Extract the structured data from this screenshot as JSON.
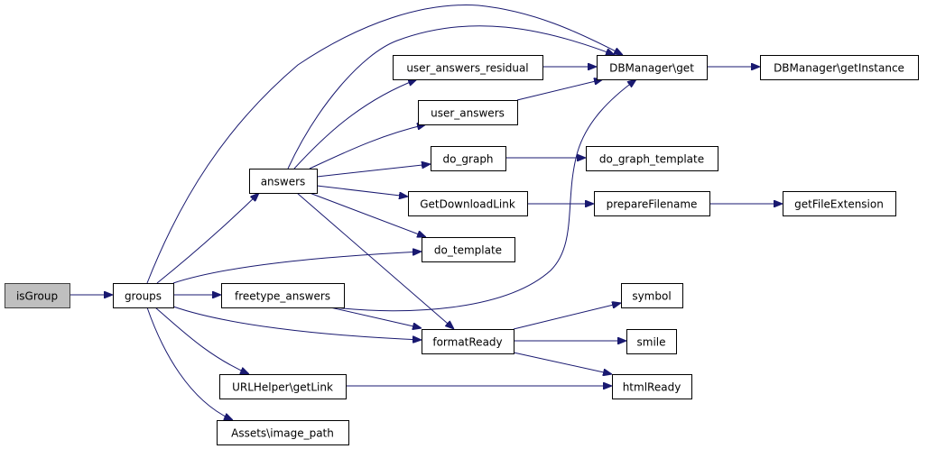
{
  "diagram": {
    "type": "call-graph",
    "edge_color": "#191970",
    "root_fill": "#bfbfbf",
    "nodes": [
      {
        "id": "isGroup",
        "label": "isGroup",
        "root": true
      },
      {
        "id": "groups",
        "label": "groups"
      },
      {
        "id": "answers",
        "label": "answers"
      },
      {
        "id": "user_answers_residual",
        "label": "user_answers_residual"
      },
      {
        "id": "user_answers",
        "label": "user_answers"
      },
      {
        "id": "do_graph",
        "label": "do_graph"
      },
      {
        "id": "GetDownloadLink",
        "label": "GetDownloadLink"
      },
      {
        "id": "do_template",
        "label": "do_template"
      },
      {
        "id": "freetype_answers",
        "label": "freetype_answers"
      },
      {
        "id": "formatReady",
        "label": "formatReady"
      },
      {
        "id": "URLHelper_getLink",
        "label": "URLHelper\\getLink"
      },
      {
        "id": "Assets_image_path",
        "label": "Assets\\image_path"
      },
      {
        "id": "DBManager_get",
        "label": "DBManager\\get"
      },
      {
        "id": "DBManager_getInstance",
        "label": "DBManager\\getInstance"
      },
      {
        "id": "do_graph_template",
        "label": "do_graph_template"
      },
      {
        "id": "prepareFilename",
        "label": "prepareFilename"
      },
      {
        "id": "getFileExtension",
        "label": "getFileExtension"
      },
      {
        "id": "symbol",
        "label": "symbol"
      },
      {
        "id": "smile",
        "label": "smile"
      },
      {
        "id": "htmlReady",
        "label": "htmlReady"
      }
    ],
    "edges": [
      {
        "from": "isGroup",
        "to": "groups"
      },
      {
        "from": "groups",
        "to": "answers"
      },
      {
        "from": "groups",
        "to": "DBManager_get"
      },
      {
        "from": "answers",
        "to": "DBManager_get"
      },
      {
        "from": "answers",
        "to": "user_answers_residual"
      },
      {
        "from": "answers",
        "to": "user_answers"
      },
      {
        "from": "answers",
        "to": "do_graph"
      },
      {
        "from": "answers",
        "to": "GetDownloadLink"
      },
      {
        "from": "answers",
        "to": "do_template"
      },
      {
        "from": "answers",
        "to": "formatReady"
      },
      {
        "from": "groups",
        "to": "do_template"
      },
      {
        "from": "groups",
        "to": "freetype_answers"
      },
      {
        "from": "groups",
        "to": "formatReady"
      },
      {
        "from": "groups",
        "to": "URLHelper_getLink"
      },
      {
        "from": "groups",
        "to": "Assets_image_path"
      },
      {
        "from": "freetype_answers",
        "to": "formatReady"
      },
      {
        "from": "freetype_answers",
        "to": "DBManager_get"
      },
      {
        "from": "user_answers_residual",
        "to": "DBManager_get"
      },
      {
        "from": "user_answers",
        "to": "DBManager_get"
      },
      {
        "from": "do_graph",
        "to": "do_graph_template"
      },
      {
        "from": "GetDownloadLink",
        "to": "prepareFilename"
      },
      {
        "from": "prepareFilename",
        "to": "getFileExtension"
      },
      {
        "from": "DBManager_get",
        "to": "DBManager_getInstance"
      },
      {
        "from": "formatReady",
        "to": "symbol"
      },
      {
        "from": "formatReady",
        "to": "smile"
      },
      {
        "from": "formatReady",
        "to": "htmlReady"
      },
      {
        "from": "URLHelper_getLink",
        "to": "htmlReady"
      }
    ]
  }
}
